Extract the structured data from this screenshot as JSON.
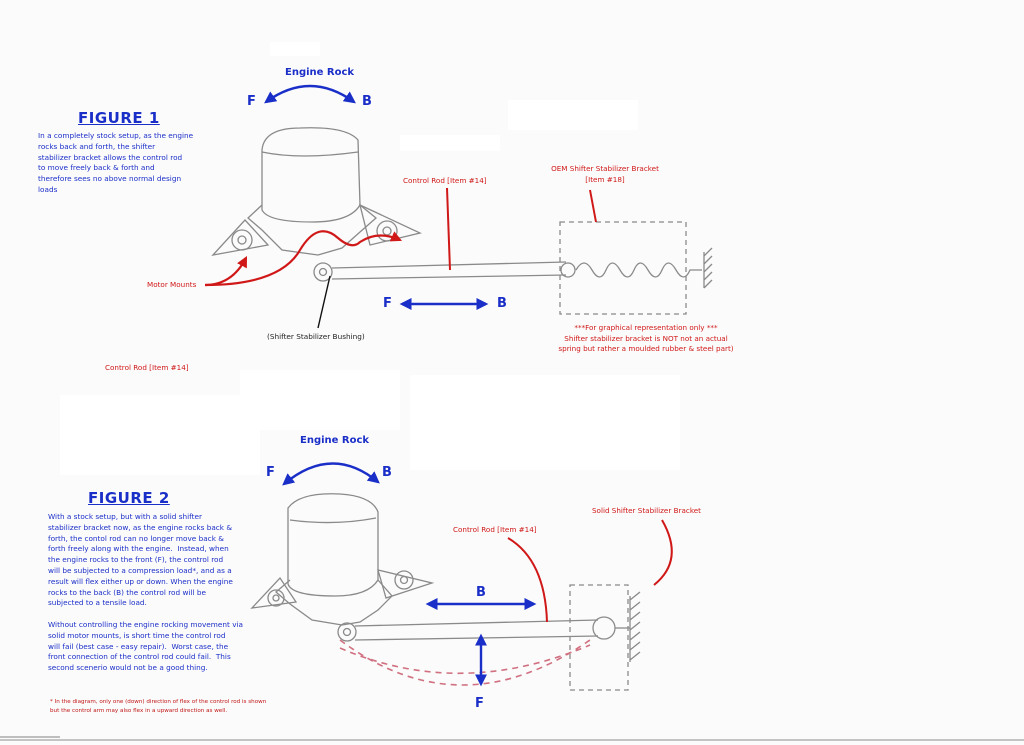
{
  "figure1": {
    "title": "FIGURE 1",
    "description": "In a completely stock setup, as the engine\nrocks back and forth, the shifter\nstabilizer bracket allows the control rod\nto move freely back & forth and\ntherefore sees no above normal design\nloads",
    "engine_rock": "Engine Rock",
    "rock_f": "F",
    "rock_b": "B",
    "control_rod_label": "Control Rod [Item #14]",
    "oem_bracket_label": "OEM Shifter Stabilizer Bracket\n[Item #18]",
    "motor_mounts": "Motor Mounts",
    "bushing_label": "(Shifter Stabilizer Bushing)",
    "rod_f": "F",
    "rod_b": "B",
    "graphical_note": "***For graphical representation only ***\nShifter stabilizer bracket is NOT not an actual\nspring but rather a moulded rubber & steel part)",
    "stray_label": "Control Rod [Item #14]"
  },
  "figure2": {
    "title": "FIGURE 2",
    "description": "With a stock setup, but with a solid shifter\nstabilizer bracket now, as the engine rocks back &\nforth, the contol rod can no longer move back &\nforth freely along with the engine.  Instead, when\nthe engine rocks to the front (F), the control rod\nwill be subjected to a compression load*, and as a\nresult will flex either up or down. When the engine\nrocks to the back (B) the control rod will be\nsubjected to a tensile load.\n\nWithout controlling the engine rocking movement via\nsolid motor mounts, is short time the control rod\nwill fail (best case - easy repair).  Worst case, the\nfront connection of the control rod could fail.  This\nsecond scenerio would not be a good thing.",
    "footnote": "* In the diagram, only one (down) direction of flex of the control rod is shown\nbut the control arm may also flex in a upward direction as well.",
    "engine_rock": "Engine Rock",
    "rock_f": "F",
    "rock_b": "B",
    "control_rod_label": "Control Rod [Item #14]",
    "solid_bracket_label": "Solid Shifter Stabilizer Bracket",
    "rod_b": "B",
    "flex_f": "F"
  },
  "colors": {
    "blue": "#1a2ec8",
    "red": "#d01818",
    "pencil": "#8a8a8a"
  }
}
